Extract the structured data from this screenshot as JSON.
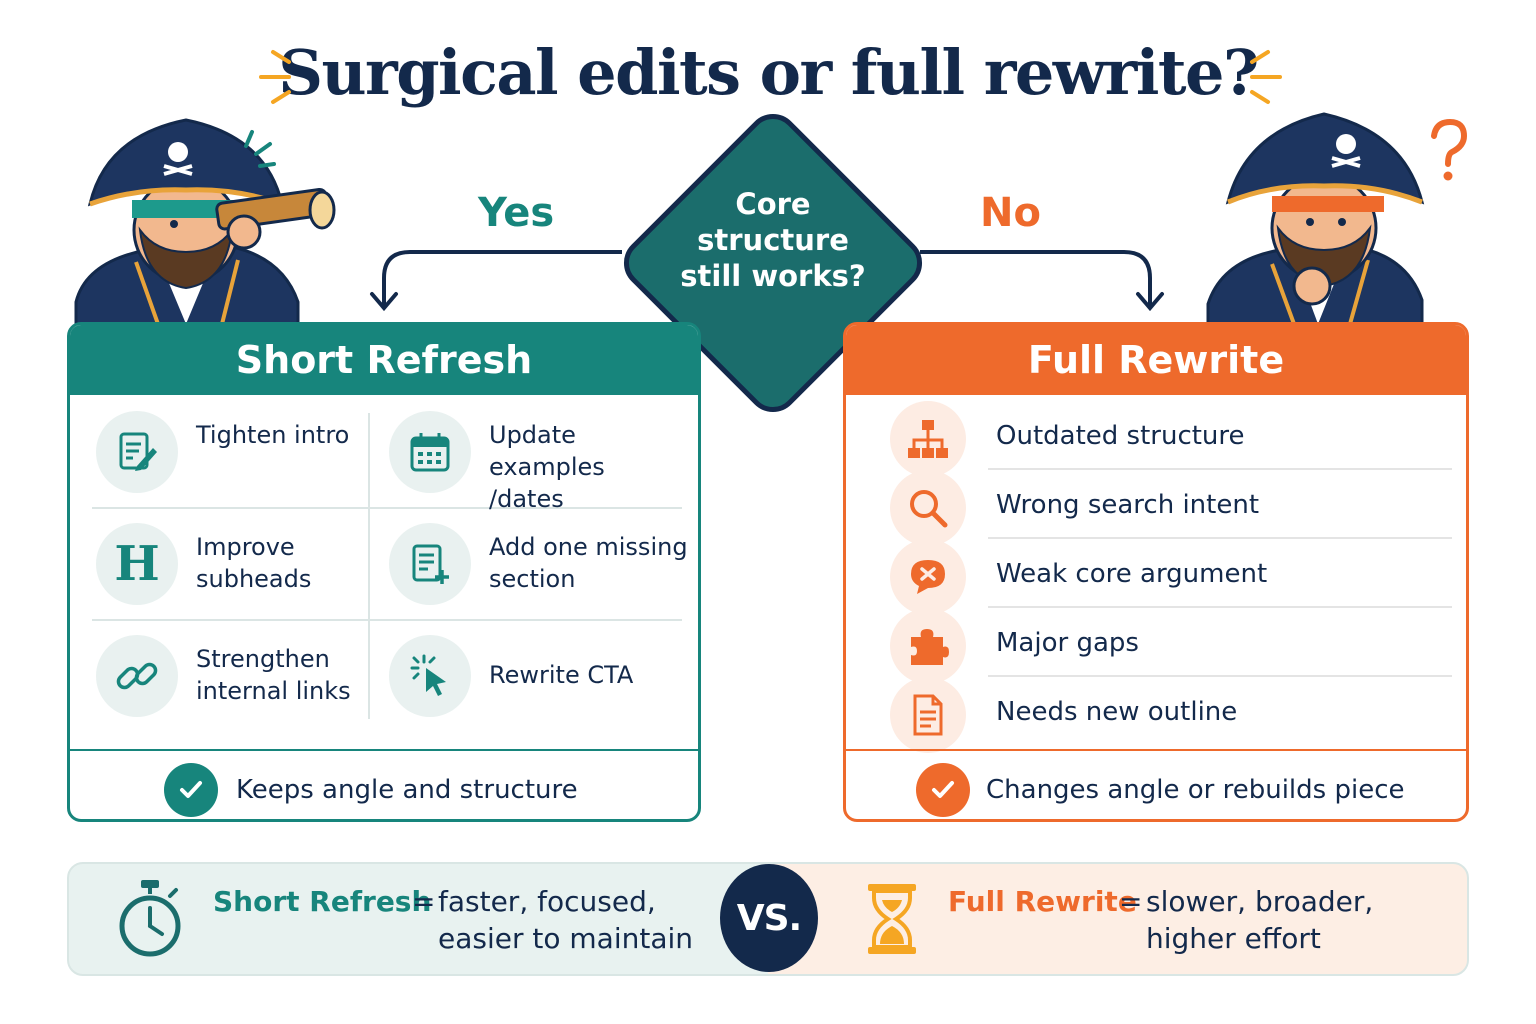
{
  "title": "Surgical edits or full rewrite?",
  "decision": {
    "question": "Core\nstructure\nstill works?",
    "yes_label": "Yes",
    "no_label": "No"
  },
  "left_panel": {
    "title": "Short Refresh",
    "items": [
      {
        "label": "Tighten intro",
        "icon": "document-edit-icon"
      },
      {
        "label": "Update examples\n/dates",
        "icon": "calendar-icon"
      },
      {
        "label": "Improve\nsubheads",
        "icon": "heading-icon",
        "glyph": "H"
      },
      {
        "label": "Add one missing\nsection",
        "icon": "document-add-icon"
      },
      {
        "label": "Strengthen\ninternal links",
        "icon": "link-icon"
      },
      {
        "label": "Rewrite CTA",
        "icon": "cursor-click-icon"
      }
    ],
    "footer": "Keeps angle and structure"
  },
  "right_panel": {
    "title": "Full Rewrite",
    "items": [
      {
        "label": "Outdated structure",
        "icon": "hierarchy-icon"
      },
      {
        "label": "Wrong search intent",
        "icon": "search-icon"
      },
      {
        "label": "Weak core argument",
        "icon": "speech-bubble-x-icon"
      },
      {
        "label": "Major gaps",
        "icon": "puzzle-piece-icon"
      },
      {
        "label": "Needs new outline",
        "icon": "document-icon"
      }
    ],
    "footer": "Changes angle or rebuilds piece"
  },
  "comparison": {
    "left_name": "Short Refresh",
    "left_eq": "=",
    "left_desc": "faster, focused,\neasier to maintain",
    "vs": "VS.",
    "right_name": "Full Rewrite",
    "right_eq": "=",
    "right_desc": "slower, broader,\nhigher effort"
  },
  "colors": {
    "teal": "#17857c",
    "orange": "#ee6a2c",
    "navy": "#13294b"
  }
}
